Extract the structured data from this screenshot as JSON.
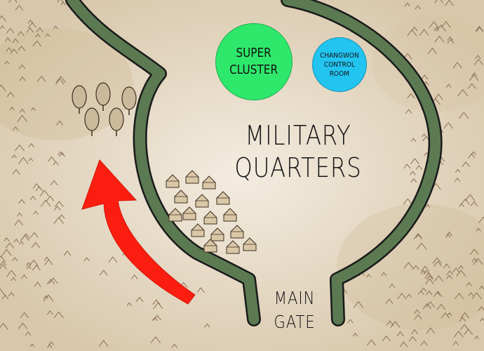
{
  "map": {
    "colors": {
      "parchment": "#ece3d2",
      "wall_fill": "#5b7a52",
      "wall_outline": "#1a1a1a",
      "arrow": "#fb1e10",
      "super_cluster": "#2ee86b",
      "control_room": "#22c4f0"
    },
    "labels": {
      "area_title": "MILITARY\nQUARTERS",
      "main_gate": "MAIN\nGATE"
    },
    "points_of_interest": [
      {
        "label": "SUPER\nCLUSTER",
        "icon": "green-circle-marker"
      },
      {
        "label": "CHANGWON\nCONTROL\nROOM",
        "icon": "blue-circle-marker"
      }
    ],
    "icons": [
      "tree-icon",
      "house-icon",
      "mountain-icon",
      "red-arrow-icon",
      "wall-icon"
    ]
  }
}
